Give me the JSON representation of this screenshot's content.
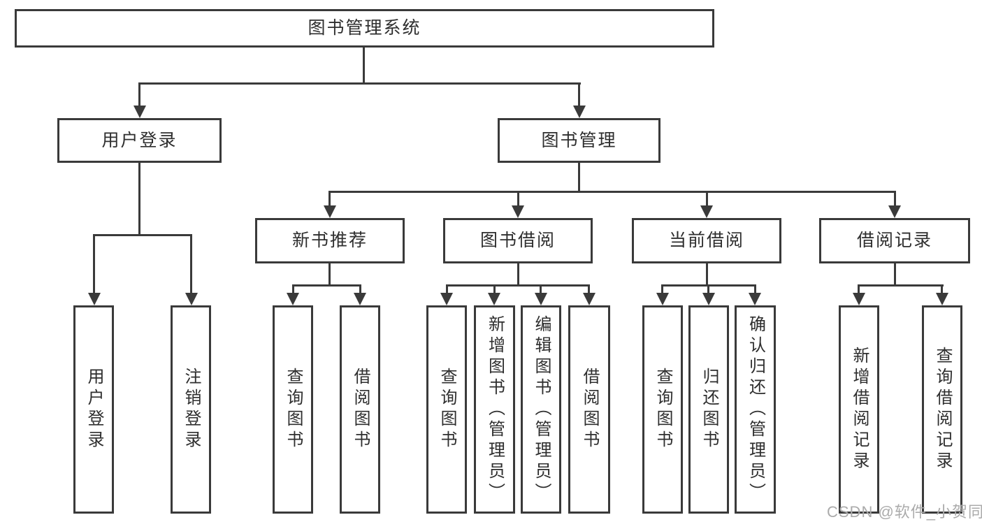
{
  "diagram": {
    "tree": {
      "label": "图书管理系统",
      "children": [
        {
          "label": "用户登录",
          "children": [
            {
              "label": "用户登录"
            },
            {
              "label": "注销登录"
            }
          ]
        },
        {
          "label": "图书管理",
          "children": [
            {
              "label": "新书推荐",
              "children": [
                {
                  "label": "查询图书"
                },
                {
                  "label": "借阅图书"
                }
              ]
            },
            {
              "label": "图书借阅",
              "children": [
                {
                  "label": "查询图书"
                },
                {
                  "label": "新增图书（管理员）"
                },
                {
                  "label": "编辑图书（管理员）"
                },
                {
                  "label": "借阅图书"
                }
              ]
            },
            {
              "label": "当前借阅",
              "children": [
                {
                  "label": "查询图书"
                },
                {
                  "label": "归还图书"
                },
                {
                  "label": "确认归还（管理员）"
                }
              ]
            },
            {
              "label": "借阅记录",
              "children": [
                {
                  "label": "新增借阅记录"
                },
                {
                  "label": "查询借阅记录"
                }
              ]
            }
          ]
        }
      ]
    },
    "colors": {
      "line": "#3a3a3a",
      "text": "#2e2e2e",
      "background": "#ffffff",
      "watermark": "#ababab"
    }
  },
  "watermark": {
    "text": "CSDN @软件_小贺同学"
  }
}
